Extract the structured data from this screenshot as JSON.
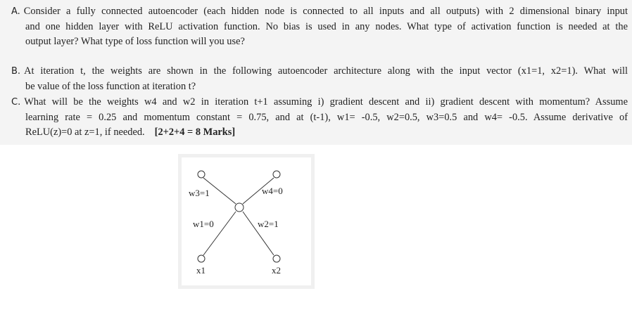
{
  "questions": [
    {
      "label": "A.",
      "lines": [
        "Consider a fully connected autoencoder (each hidden node is connected to all inputs and all outputs) with 2 dimensional binary input",
        "and one hidden layer with ReLU activation function. No bias is used in any nodes. What type of activation function is needed at the",
        "output layer? What type of loss function will you use?"
      ]
    },
    {
      "label": "B.",
      "lines": [
        "At iteration t, the weights are shown in the following autoencoder architecture along with the input vector (x1=1, x2=1). What will",
        "be value of the loss function at iteration t?"
      ]
    },
    {
      "label": "C.",
      "lines": [
        "What will be the weights w4 and w2 in iteration t+1 assuming i) gradient descent and ii) gradient descent with momentum? Assume",
        "learning rate = 0.25 and momentum constant = 0.75, and at (t-1), w1= -0.5, w2=0.5, w3=0.5 and w4= -0.5. Assume derivative of",
        "ReLU(z)=0 at z=1, if needed."
      ],
      "marks": "[2+2+4 = 8 Marks]"
    }
  ],
  "diagram": {
    "weights": {
      "w3": "w3=1",
      "w4": "w4=0",
      "w1": "w1=0",
      "w2": "w2=1"
    },
    "inputs": {
      "x1": "x1",
      "x2": "x2"
    }
  }
}
